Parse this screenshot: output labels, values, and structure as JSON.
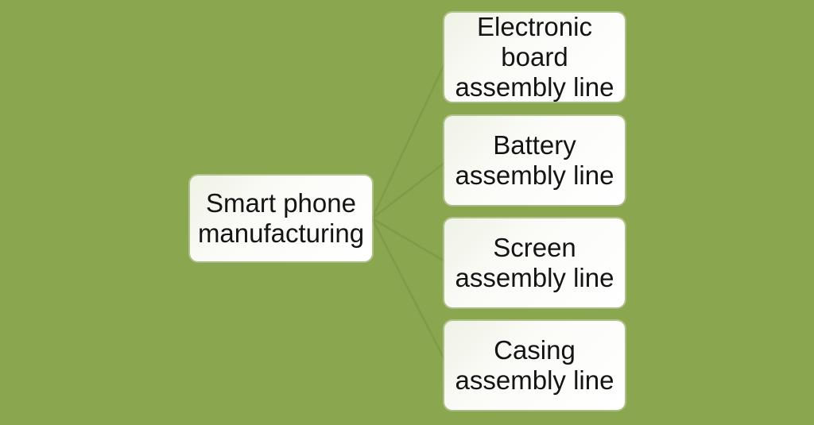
{
  "canvas": {
    "background_color": "#8aa64f",
    "connector_color": "#7f9a48",
    "node_fill_color": "#ffffff",
    "text_color": "#141414"
  },
  "diagram": {
    "type": "hierarchy",
    "root": {
      "label": "Smart phone\nmanufacturing"
    },
    "children": [
      {
        "label": "Electronic\nboard\nassembly line"
      },
      {
        "label": "Battery\nassembly line"
      },
      {
        "label": "Screen\nassembly line"
      },
      {
        "label": "Casing\nassembly line"
      }
    ]
  }
}
